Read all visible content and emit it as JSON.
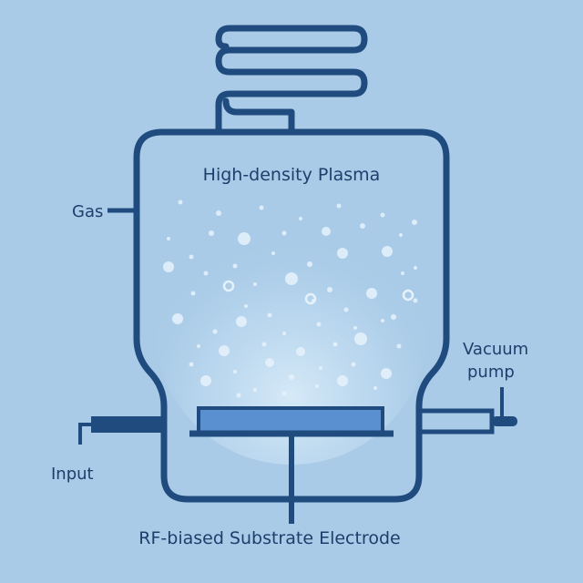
{
  "labels": {
    "plasma": "High-density Plasma",
    "gas": "Gas",
    "vacuum_line1": "Vacuum",
    "vacuum_line2": "pump",
    "input": "Input",
    "electrode": "RF-biased Substrate Electrode"
  },
  "colors": {
    "background": "#a9cbe7",
    "stroke": "#1f4b7e",
    "text": "#1d3f6c",
    "substrate": "#5a8fd0",
    "particle": "#e6f2fb",
    "glow": "#d8ebf8"
  }
}
